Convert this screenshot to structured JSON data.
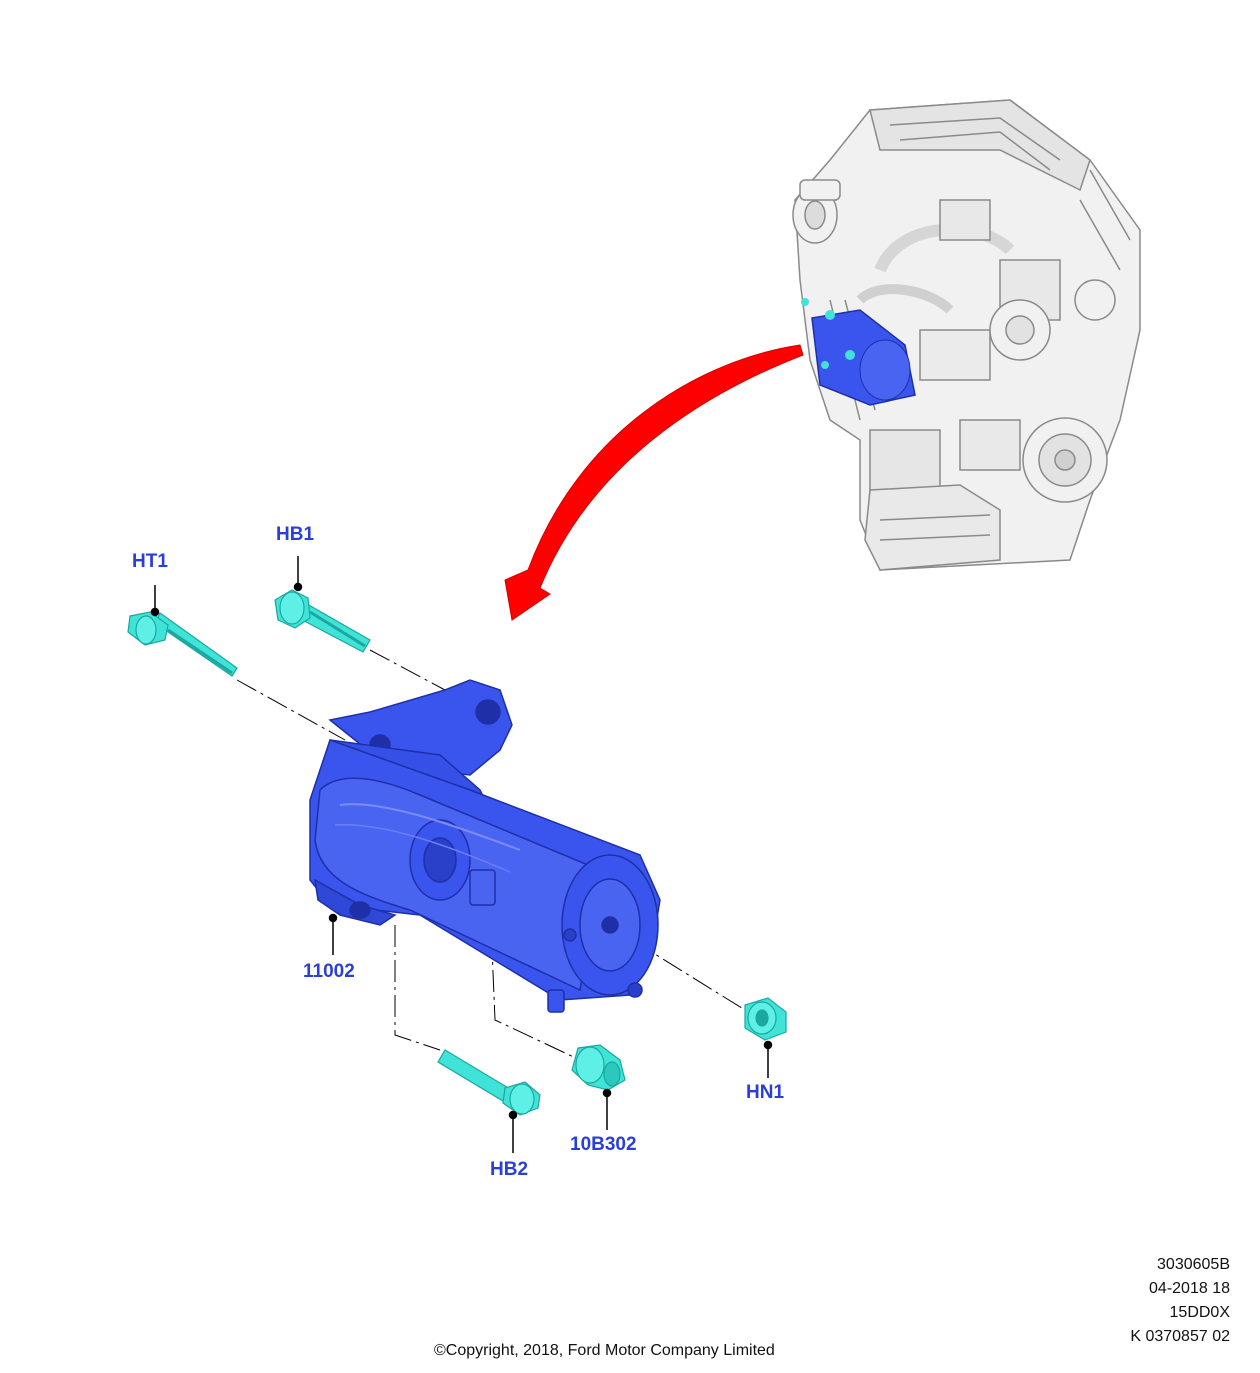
{
  "colors": {
    "label": "#2a3fd8",
    "starter_body": "#3a55ee",
    "starter_shadow": "#1f2fa8",
    "fastener": "#3fe3d8",
    "fastener_shadow": "#1aa89f",
    "arrow": "#ff0000",
    "engine": "#f1f1f1",
    "engine_outline": "#8a8a8a",
    "leader": "#000000"
  },
  "callouts": {
    "ht1": "HT1",
    "hb1": "HB1",
    "part_11002": "11002",
    "hb2": "HB2",
    "part_10b302": "10B302",
    "hn1": "HN1"
  },
  "meta": {
    "line1": "3030605B",
    "line2": "04-2018 18",
    "line3": "15DD0X",
    "line4": "K 0370857 02"
  },
  "copyright": "©Copyright, 2018, Ford Motor Company Limited"
}
